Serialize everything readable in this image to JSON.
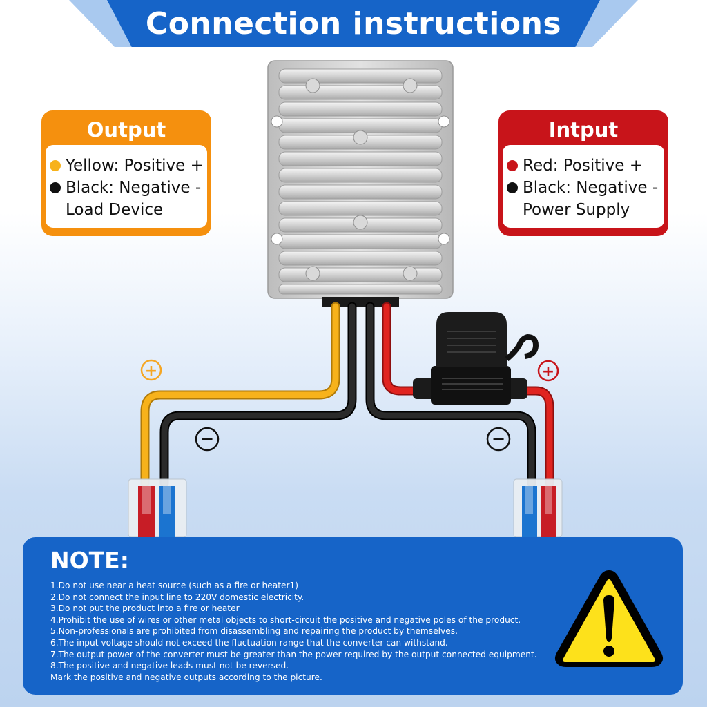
{
  "header": {
    "title": "Connection instructions"
  },
  "output_card": {
    "title": "Output",
    "lines": [
      "Yellow: Positive +",
      "Black: Negative -",
      "Load Device"
    ],
    "color": "#f5900e"
  },
  "input_card": {
    "title": "Intput",
    "lines": [
      "Red: Positive +",
      "Black: Negative -",
      "Power Supply"
    ],
    "color": "#c8141a"
  },
  "symbols": {
    "plus": "+",
    "minus": "−"
  },
  "note": {
    "title": "NOTE:",
    "items": [
      "1.Do not use near a heat source (such as a fire or heater1)",
      "2.Do not connect the input line to 220V domestic electricity.",
      "3.Do not put the product into a fire or heater",
      "4.Prohibit the use of wires or other metal objects to short-circuit the positive and negative poles of the product.",
      "5.Non-professionals are prohibited from disassembling and repairing the product by themselves.",
      "6.The input voltage should not exceed the fluctuation range that the converter can withstand.",
      "7.The output power of the converter must be greater than the power required by the output connected equipment.",
      "8.The positive and negative leads must not be reversed.",
      "Mark the positive and negative outputs according to the picture."
    ]
  },
  "colors": {
    "brand_blue": "#1664c8",
    "yellow_wire": "#f7b21b",
    "red_wire": "#d8201e",
    "black_wire": "#1a1a1a"
  },
  "icons": [
    "warning-icon",
    "fuse-holder",
    "converter-device",
    "wire-connector"
  ]
}
